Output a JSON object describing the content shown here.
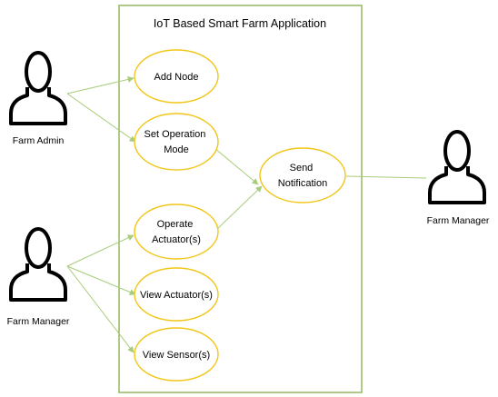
{
  "diagram": {
    "system": {
      "title": "IoT Based Smart Farm Application"
    },
    "usecases": {
      "add_node": [
        "Add Node"
      ],
      "set_operation_mode": [
        "Set Operation",
        "Mode"
      ],
      "send_notification": [
        "Send",
        "Notification"
      ],
      "operate_actuators": [
        "Operate",
        "Actuator(s)"
      ],
      "view_actuators": [
        "View Actuator(s)"
      ],
      "view_sensors": [
        "View Sensor(s)"
      ]
    },
    "actors": {
      "farm_admin": "Farm Admin",
      "farm_manager_left": "Farm Manager",
      "farm_manager_right": "Farm Manager"
    },
    "colors": {
      "boundary": "#8db255",
      "ellipse_stroke": "#f2c618",
      "connector": "#a9cc7a",
      "actor_stroke": "#000000"
    }
  }
}
